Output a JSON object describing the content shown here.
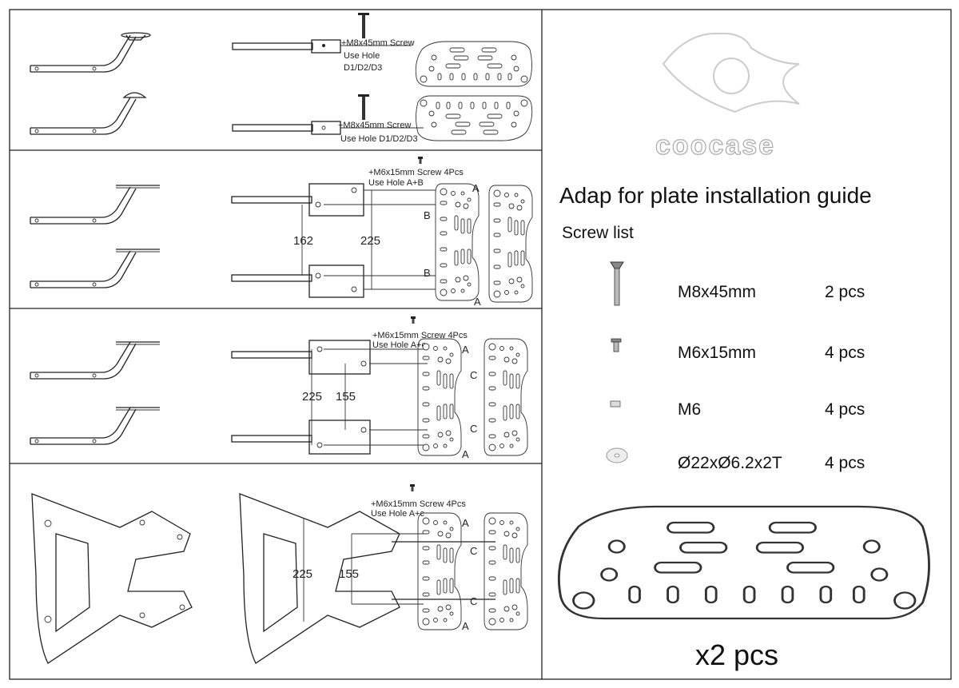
{
  "brand": {
    "logo_text": "coocase"
  },
  "title": "Adap for plate installation guide",
  "screw_list": {
    "heading": "Screw list",
    "items": [
      {
        "name": "M8x45mm",
        "qty": "2 pcs",
        "icon": "long-screw-icon"
      },
      {
        "name": "M6x15mm",
        "qty": "4 pcs",
        "icon": "short-screw-icon"
      },
      {
        "name": "M6",
        "qty": "4 pcs",
        "icon": "nut-icon"
      },
      {
        "name": "Ø22xØ6.2x2T",
        "qty": "4 pcs",
        "icon": "washer-icon"
      }
    ]
  },
  "plate_quantity": "x2 pcs",
  "steps": [
    {
      "screw": "+M8x45mm  Screw",
      "hole_a": "Use Hole",
      "hole_b": "D1/D2/D3",
      "hole_full": "Use Hole D1/D2/D3"
    },
    {
      "screw": "+M6x15mm  Screw 4Pcs",
      "hole": "Use Hole A+B",
      "dim_inner": "162",
      "dim_outer": "225",
      "label_outer": "A",
      "label_inner": "B"
    },
    {
      "screw": "+M6x15mm  Screw 4Pcs",
      "hole": "Use Hole A+c",
      "dim_outer": "225",
      "dim_inner": "155",
      "label_outer": "A",
      "label_inner": "C"
    },
    {
      "screw": "+M6x15mm  Screw 4Pcs",
      "hole": "Use Hole A+c",
      "dim_outer": "225",
      "dim_inner": "155",
      "label_outer": "A",
      "label_inner": "C"
    }
  ]
}
